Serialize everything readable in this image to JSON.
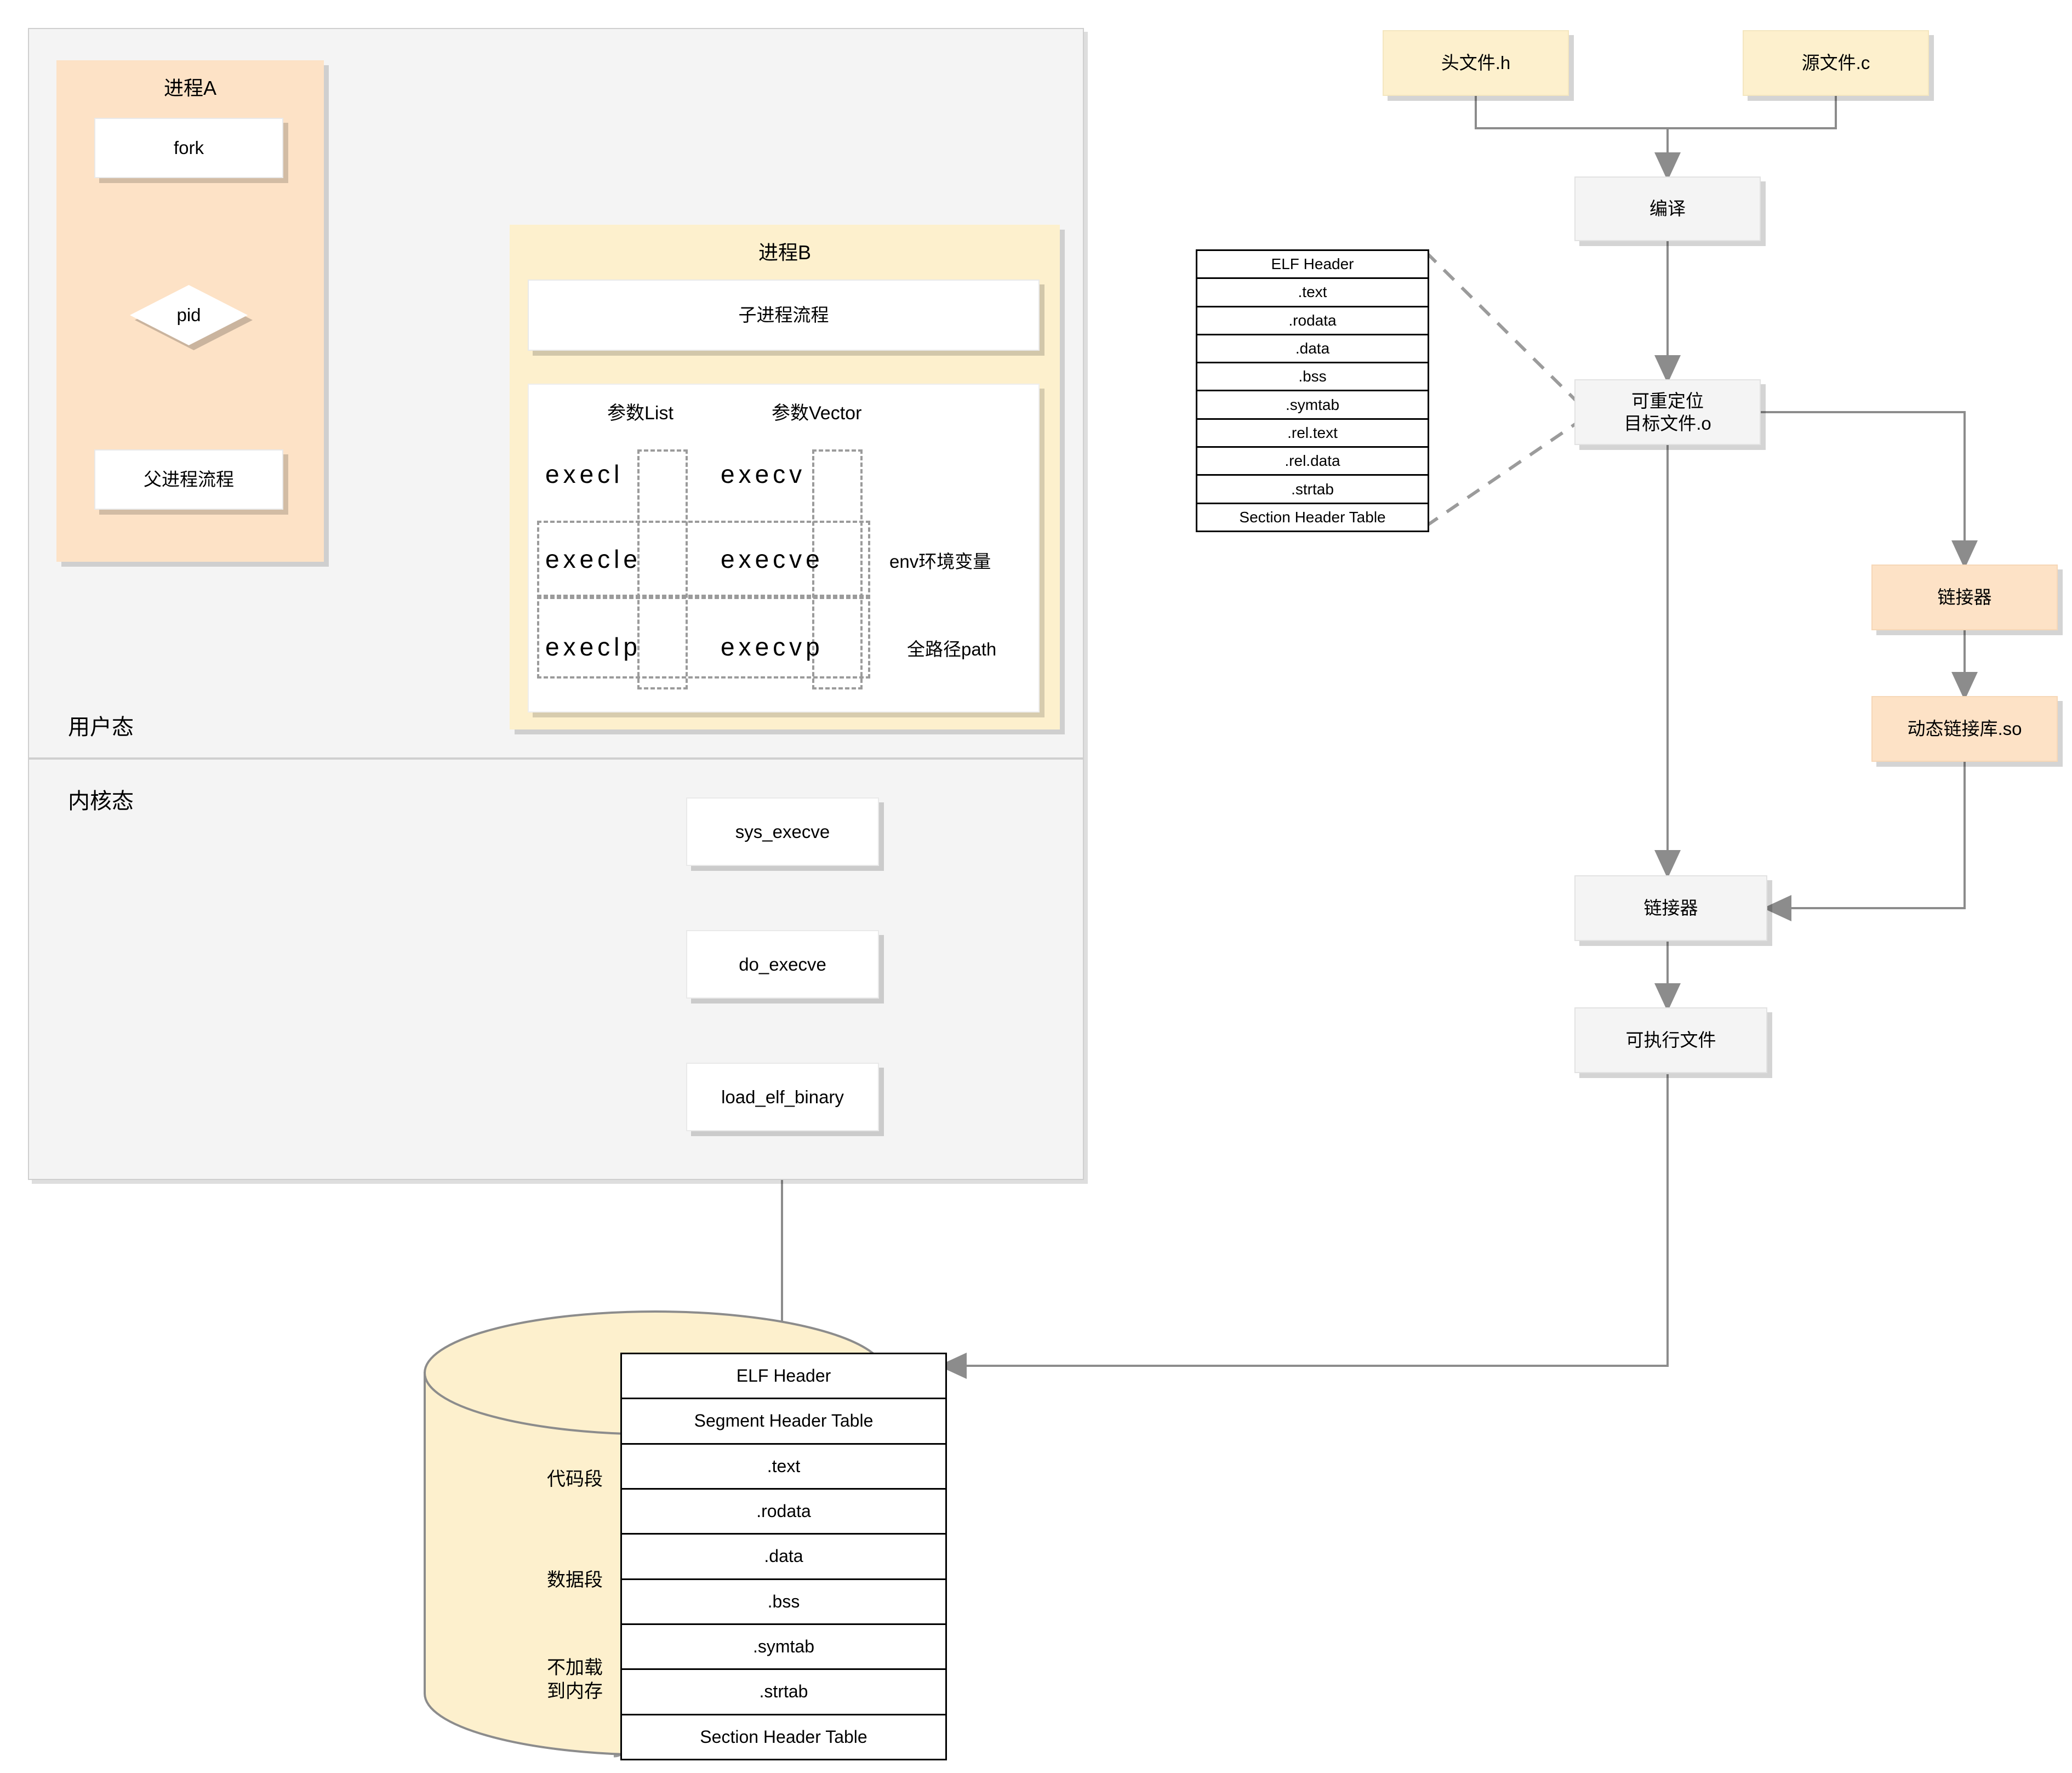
{
  "pools": {
    "user": {
      "label": "用户态"
    },
    "kernel": {
      "label": "内核态"
    }
  },
  "process_a": {
    "title": "进程A",
    "fork": "fork",
    "decision": "pid",
    "parent_flow": "父进程流程"
  },
  "process_b": {
    "title": "进程B",
    "child_flow": "子进程流程",
    "col_headers": [
      "参数List",
      "参数Vector"
    ],
    "exec_grid": [
      {
        "list": "execl",
        "vector": "execv",
        "note": ""
      },
      {
        "list": "execle",
        "vector": "execve",
        "note": "env环境变量"
      },
      {
        "list": "execlp",
        "vector": "execvp",
        "note": "全路径path"
      }
    ]
  },
  "kernel_chain": [
    "sys_execve",
    "do_execve",
    "load_elf_binary"
  ],
  "compile_pipeline": {
    "header_file": "头文件.h",
    "source_file": "源文件.c",
    "compile": "编译",
    "relocatable_object": "可重定位\n目标文件.o",
    "relocatable_object_line1": "可重定位",
    "relocatable_object_line2": "目标文件.o",
    "linker_dynamic": "链接器",
    "shared_library": "动态链接库.so",
    "linker_final": "链接器",
    "executable": "可执行文件"
  },
  "object_file_table": {
    "rows": [
      "ELF Header",
      ".text",
      ".rodata",
      ".data",
      ".bss",
      ".symtab",
      ".rel.text",
      ".rel.data",
      ".strtab",
      "Section Header Table"
    ]
  },
  "memory_image": {
    "rows": [
      "ELF Header",
      "Segment Header Table",
      ".text",
      ".rodata",
      ".data",
      ".bss",
      ".symtab",
      ".strtab",
      "Section Header Table"
    ],
    "braces": [
      {
        "label": "代码段",
        "label_line1": "代码段",
        "label_line2": ""
      },
      {
        "label": "数据段",
        "label_line1": "数据段",
        "label_line2": ""
      },
      {
        "label": "不加载到内存",
        "label_line1": "不加载",
        "label_line2": "到内存"
      }
    ]
  },
  "colors": {
    "orange_fill": "#fde2c6",
    "yellow_fill": "#fdf0cd",
    "grey_fill": "#f4f4f4",
    "white_fill": "#ffffff",
    "line": "#8c8c8c",
    "dash": "#9b9b9b",
    "border_black": "#000000"
  }
}
